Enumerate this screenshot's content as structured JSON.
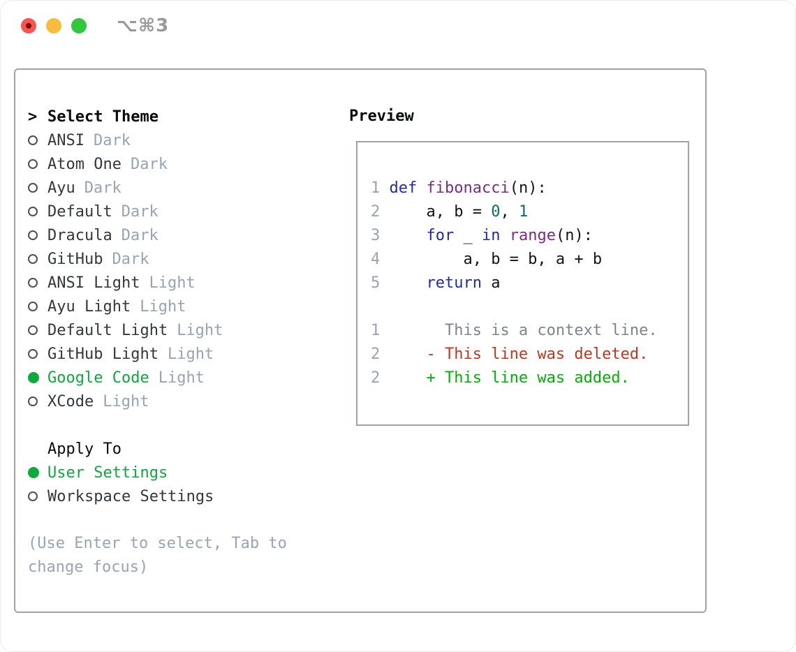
{
  "window": {
    "title": "⌥⌘3",
    "traffic_lights": [
      {
        "name": "close",
        "color": "#f6564d",
        "has_dot": true
      },
      {
        "name": "minimize",
        "color": "#f8bd3c",
        "has_dot": false
      },
      {
        "name": "zoom",
        "color": "#32c73c",
        "has_dot": false
      }
    ]
  },
  "colors": {
    "accent_green": "#0caa3c",
    "keyword_blue": "#1f2aad",
    "function_purple": "#7d2a87",
    "number_teal": "#0b6a6a",
    "deleted_red": "#c4351d",
    "added_green": "#00b100",
    "muted_gray": "#98a3b3",
    "context_gray": "#7e848c",
    "text_dark": "#33383e",
    "heading_black": "#0b0c0e",
    "border_gray": "#9aa3ae",
    "circle_outline": "#4b5056",
    "traffic_red": "#f6564d",
    "traffic_red_dot": "#7c0d06",
    "traffic_yellow": "#f8bd3c",
    "traffic_green": "#32c73c",
    "title_gray": "#98989d",
    "plain_code": "#121418"
  },
  "theme_panel": {
    "header": {
      "prefix": ">",
      "label": "Select Theme"
    },
    "themes": [
      {
        "name": "ANSI",
        "variant": "Dark",
        "selected": false
      },
      {
        "name": "Atom One",
        "variant": "Dark",
        "selected": false
      },
      {
        "name": "Ayu",
        "variant": "Dark",
        "selected": false
      },
      {
        "name": "Default",
        "variant": "Dark",
        "selected": false
      },
      {
        "name": "Dracula",
        "variant": "Dark",
        "selected": false
      },
      {
        "name": "GitHub",
        "variant": "Dark",
        "selected": false
      },
      {
        "name": "ANSI Light",
        "variant": "Light",
        "selected": false
      },
      {
        "name": "Ayu Light",
        "variant": "Light",
        "selected": false
      },
      {
        "name": "Default Light",
        "variant": "Light",
        "selected": false
      },
      {
        "name": "GitHub Light",
        "variant": "Light",
        "selected": false
      },
      {
        "name": "Google Code",
        "variant": "Light",
        "selected": true
      },
      {
        "name": "XCode",
        "variant": "Light",
        "selected": false
      }
    ],
    "apply_to": {
      "label": "Apply To",
      "options": [
        {
          "name": "User Settings",
          "selected": true
        },
        {
          "name": "Workspace Settings",
          "selected": false
        }
      ]
    },
    "hint": "(Use Enter to select, Tab to change focus)"
  },
  "preview": {
    "label": "Preview",
    "code_lines": [
      {
        "num": "1",
        "segments": [
          {
            "t": "def ",
            "c": "keyword"
          },
          {
            "t": "fibonacci",
            "c": "function"
          },
          {
            "t": "(n):",
            "c": "plain"
          }
        ]
      },
      {
        "num": "2",
        "segments": [
          {
            "t": "    a, b = ",
            "c": "plain"
          },
          {
            "t": "0",
            "c": "number"
          },
          {
            "t": ", ",
            "c": "plain"
          },
          {
            "t": "1",
            "c": "number"
          }
        ]
      },
      {
        "num": "3",
        "segments": [
          {
            "t": "    ",
            "c": "plain"
          },
          {
            "t": "for",
            "c": "keyword"
          },
          {
            "t": " _ ",
            "c": "plain"
          },
          {
            "t": "in",
            "c": "keyword"
          },
          {
            "t": " ",
            "c": "plain"
          },
          {
            "t": "range",
            "c": "function"
          },
          {
            "t": "(n):",
            "c": "plain"
          }
        ]
      },
      {
        "num": "4",
        "segments": [
          {
            "t": "        a, b = b, a + b",
            "c": "plain"
          }
        ]
      },
      {
        "num": "5",
        "segments": [
          {
            "t": "    ",
            "c": "plain"
          },
          {
            "t": "return",
            "c": "keyword"
          },
          {
            "t": " a",
            "c": "plain"
          }
        ]
      },
      {
        "num": "",
        "segments": []
      },
      {
        "num": "1",
        "segments": [
          {
            "t": "      This is a context line.",
            "c": "context"
          }
        ]
      },
      {
        "num": "2",
        "segments": [
          {
            "t": "    - This line was deleted.",
            "c": "deleted"
          }
        ]
      },
      {
        "num": "2",
        "segments": [
          {
            "t": "    + This line was added.",
            "c": "added"
          }
        ]
      }
    ]
  }
}
